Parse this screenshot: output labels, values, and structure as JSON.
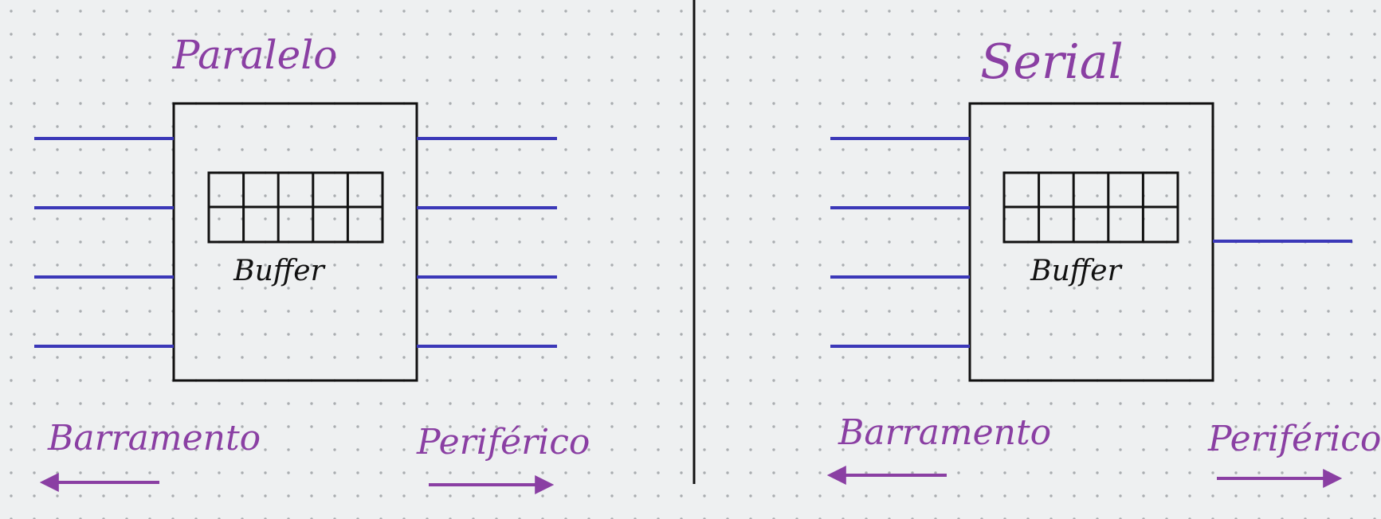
{
  "colors": {
    "background": "#eef0f1",
    "dot": "#a9adb0",
    "wire": "#3b38b8",
    "ink": "#111111",
    "label": "#8a3fa3"
  },
  "left": {
    "title": "Paralelo",
    "buffer_label": "Buffer",
    "bus_label": "Barramento",
    "peripheral_label": "Periférico"
  },
  "right": {
    "title": "Serial",
    "buffer_label": "Buffer",
    "bus_label": "Barramento",
    "peripheral_label": "Periférico"
  }
}
